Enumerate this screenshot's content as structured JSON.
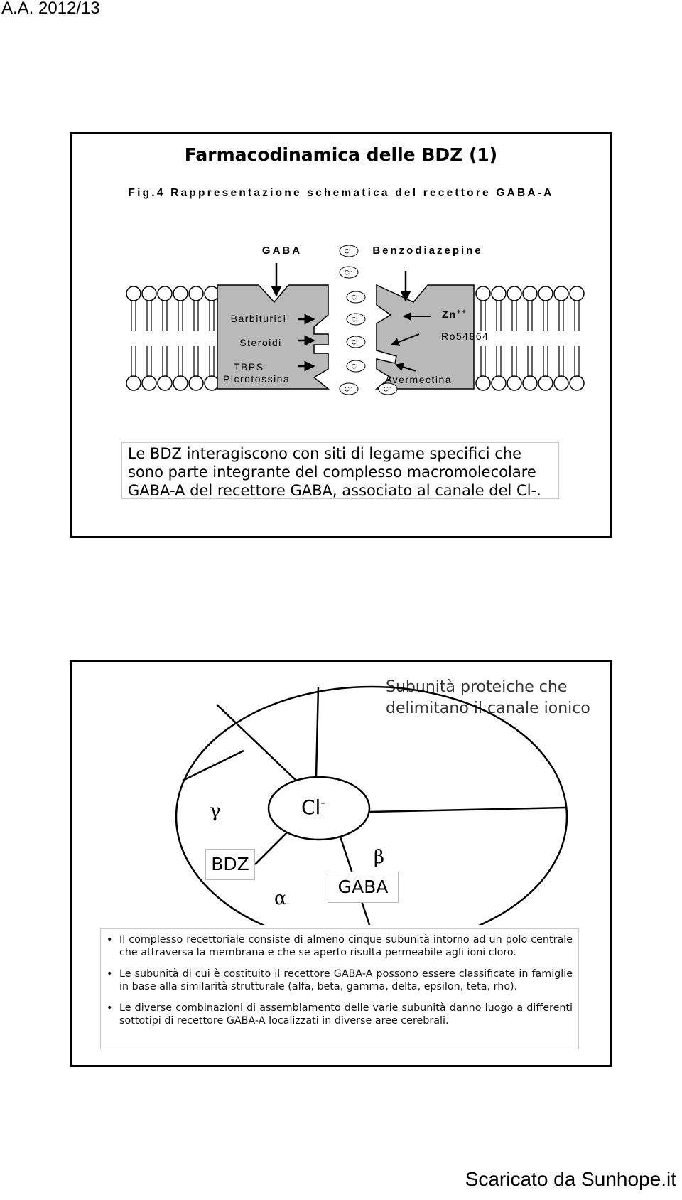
{
  "page": {
    "header": "A.A. 2012/13",
    "footer": "Scaricato da Sunhope.it"
  },
  "slide1": {
    "title": "Farmacodinamica delle BDZ (1)",
    "figure_caption": "Fig.4  Rappresentazione schematica del recettore GABA-A",
    "labels": {
      "gaba": "GABA",
      "benzodiazepine": "Benzodiazepine",
      "barbiturici": "Barbiturici",
      "steroidi": "Steroidi",
      "tbps": "TBPS",
      "picrotossina": "Picrotossina",
      "zn": "Zn++",
      "ro": "Ro54864",
      "avermectina": "Avermectina",
      "cl_ion": "Cl"
    },
    "text": "Le BDZ interagiscono con siti di legame specifici che sono parte integrante del complesso macromolecolare GABA-A del recettore GABA, associato al canale del Cl-."
  },
  "slide2": {
    "subtitle": "Subunità proteiche che delimitano il canale ionico",
    "center": "Cl",
    "center_sup": "-",
    "gamma": "γ",
    "alpha": "α",
    "beta": "β",
    "bdz": "BDZ",
    "gaba": "GABA",
    "bullets": [
      "Il complesso recettoriale consiste di almeno cinque subunità intorno ad un polo centrale che attraversa la membrana e che se aperto risulta permeabile agli ioni cloro.",
      "Le subunità di cui è costituito il recettore GABA-A possono essere classificate in famiglie in base alla similarità strutturale (alfa, beta, gamma, delta, epsilon, teta, rho).",
      "Le diverse combinazioni di assemblamento delle varie subunità danno luogo a differenti sottotipi di recettore GABA-A localizzati in diverse aree cerebrali."
    ]
  }
}
